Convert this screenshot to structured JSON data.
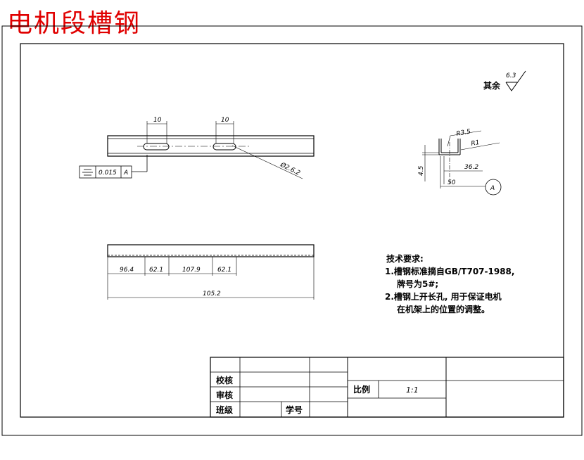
{
  "title": "电机段槽钢",
  "roughness": {
    "label": "其余",
    "value": "6.3"
  },
  "front_view": {
    "dim_slot_width_left": "10",
    "dim_slot_width_right": "10",
    "dim_hole": "Ø2.6.2",
    "tolerance": {
      "symbol": "symmetry",
      "value": "0.015",
      "datum": "A"
    }
  },
  "bottom_view": {
    "dims": [
      "96.4",
      "62.1",
      "107.9",
      "62.1"
    ],
    "overall": "105.2"
  },
  "section_view": {
    "dim_r35": "R3.5",
    "dim_r1": "R1",
    "dim_45": "4.5",
    "dim_362": "36.2",
    "dim_50": "50",
    "datum": "A"
  },
  "notes": {
    "heading": "技术要求:",
    "line1": "1.槽钢标准摘自GB/T707-1988,",
    "line2": "牌号为5#;",
    "line3": "2.槽钢上开长孔, 用于保证电机",
    "line4": "在机架上的位置的调整。"
  },
  "title_block": {
    "check_label": "校核",
    "review_label": "审核",
    "class_label": "班级",
    "student_no_label": "学号",
    "scale_label": "比例",
    "scale_value": "1:1"
  }
}
